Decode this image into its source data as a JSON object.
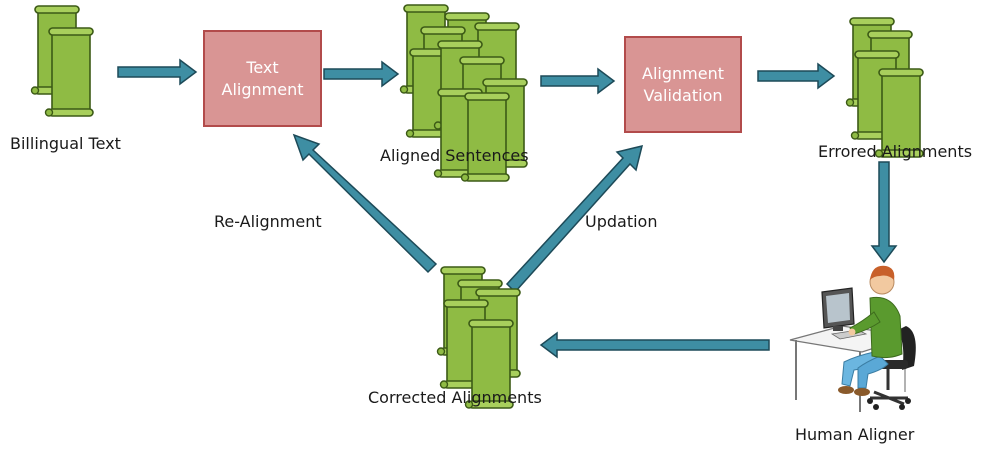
{
  "nodes": {
    "bilingual_text": {
      "label": "Billingual Text"
    },
    "text_alignment": {
      "label": "Text\nAlignment"
    },
    "aligned_sentences": {
      "label": "Aligned Sentences"
    },
    "alignment_validation": {
      "label": "Alignment\nValidation"
    },
    "errored_alignments": {
      "label": "Errored Alignments"
    },
    "human_aligner": {
      "label": "Human Aligner"
    },
    "corrected_alignments": {
      "label": "Corrected Alignments"
    }
  },
  "edges": {
    "re_alignment": {
      "label": "Re-Alignment"
    },
    "updation": {
      "label": "Updation"
    }
  },
  "colors": {
    "process_fill": "#d99594",
    "process_border": "#b24b4b",
    "document_fill": "#8fbb44",
    "document_border": "#3c5a16",
    "arrow_fill": "#3e8ea3",
    "arrow_border": "#1d4a58"
  },
  "icons": {
    "document": "scroll-document-icon",
    "person": "person-at-computer-icon"
  }
}
